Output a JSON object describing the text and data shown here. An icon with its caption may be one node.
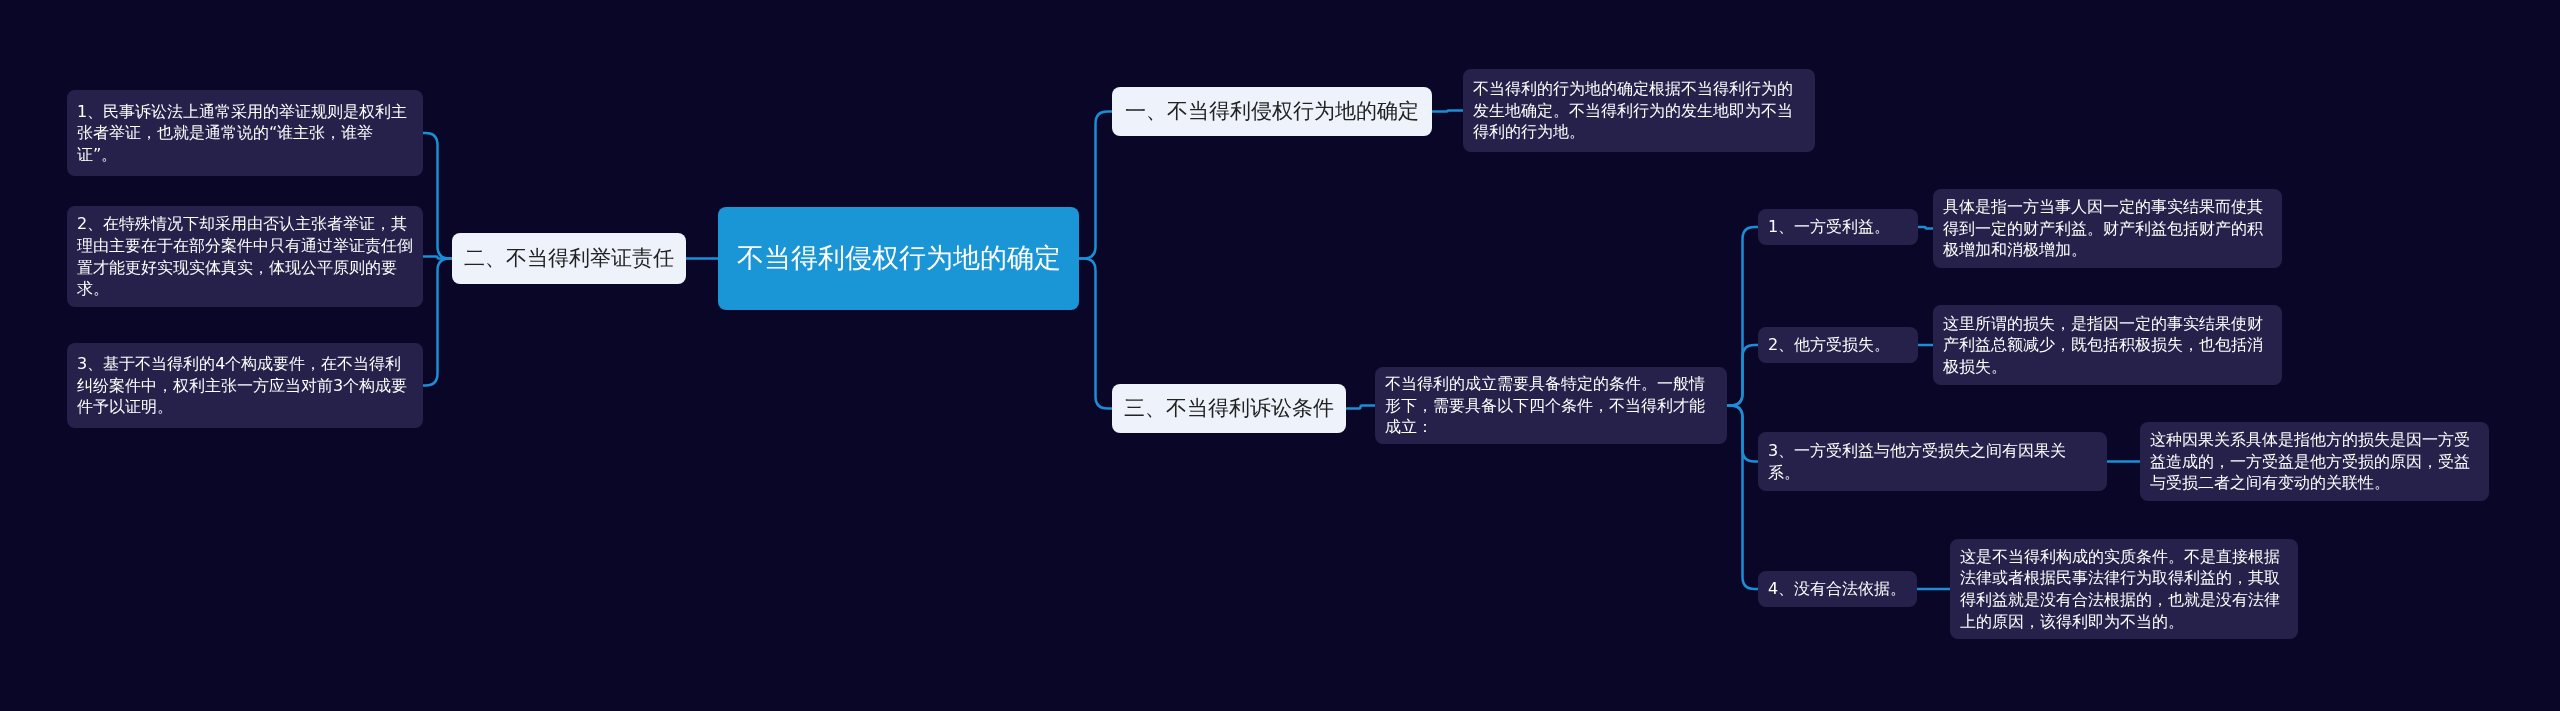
{
  "diagram": {
    "nodes": [
      {
        "text": [
          "不当得利侵权行为地的确定"
        ]
      },
      {
        "text": [
          "一、不当得利侵权行为地的确定"
        ]
      },
      {
        "text": [
          "不当得利的行为地的确定根据不当得利行为的发生地确定。不当得利行为的发生地即为不当得利的行为地。"
        ]
      },
      {
        "text": [
          "二、不当得利举证责任"
        ]
      },
      {
        "text": [
          "1、民事诉讼法上通常采用的举证规则是权利主张者举证，也就是通常说的“谁主张，谁举证”。"
        ]
      },
      {
        "text": [
          "2、在特殊情况下却采用由否认主张者举证，其理由主要在于在部分案件中只有通过举证责任倒置才能更好实现实体真实，体现公平原则的要求。"
        ]
      },
      {
        "text": [
          "3、基于不当得利的4个构成要件，在不当得利纠纷案件中，权利主张一方应当对前3个构成要件予以证明。"
        ]
      },
      {
        "text": [
          "三、不当得利诉讼条件"
        ]
      },
      {
        "text": [
          "不当得利的成立需要具备特定的条件。一般情形下，需要具备以下四个条件，不当得利才能成立："
        ]
      },
      {
        "text": [
          "1、一方受利益。"
        ]
      },
      {
        "text": [
          "具体是指一方当事人因一定的事实结果而使其得到一定的财产利益。财产利益包括财产的积极增加和消极增加。"
        ]
      },
      {
        "text": [
          "2、他方受损失。"
        ]
      },
      {
        "text": [
          "这里所谓的损失，是指因一定的事实结果使财产利益总额减少，既包括积极损失，也包括消极损失。"
        ]
      },
      {
        "text": [
          "3、一方受利益与他方受损失之间有因果关系。"
        ]
      },
      {
        "text": [
          "这种因果关系具体是指他方的损失是因一方受益造成的，一方受益是他方受损的原因，受益与受损二者之间有变动的关联性。"
        ]
      },
      {
        "text": [
          "4、没有合法依据。"
        ]
      },
      {
        "text": [
          "这是不当得利构成的实质条件。不是直接根据法律或者根据民事法律行为取得利益的，其取得利益就是没有合法根据的，也就是没有法律上的原因，该得利即为不当的。"
        ]
      }
    ],
    "edges": [
      {
        "from": 0,
        "to": 1,
        "arrow": "none"
      },
      {
        "from": 1,
        "to": 2,
        "arrow": "none"
      },
      {
        "from": 0,
        "to": 3,
        "arrow": "none"
      },
      {
        "from": 3,
        "to": 4,
        "arrow": "none"
      },
      {
        "from": 3,
        "to": 5,
        "arrow": "none"
      },
      {
        "from": 3,
        "to": 6,
        "arrow": "none"
      },
      {
        "from": 0,
        "to": 7,
        "arrow": "none"
      },
      {
        "from": 7,
        "to": 8,
        "arrow": "none"
      },
      {
        "from": 8,
        "to": 9,
        "arrow": "none"
      },
      {
        "from": 9,
        "to": 10,
        "arrow": "none"
      },
      {
        "from": 8,
        "to": 11,
        "arrow": "none"
      },
      {
        "from": 11,
        "to": 12,
        "arrow": "none"
      },
      {
        "from": 8,
        "to": 13,
        "arrow": "none"
      },
      {
        "from": 13,
        "to": 14,
        "arrow": "none"
      },
      {
        "from": 8,
        "to": 15,
        "arrow": "none"
      },
      {
        "from": 15,
        "to": 16,
        "arrow": "none"
      }
    ]
  }
}
